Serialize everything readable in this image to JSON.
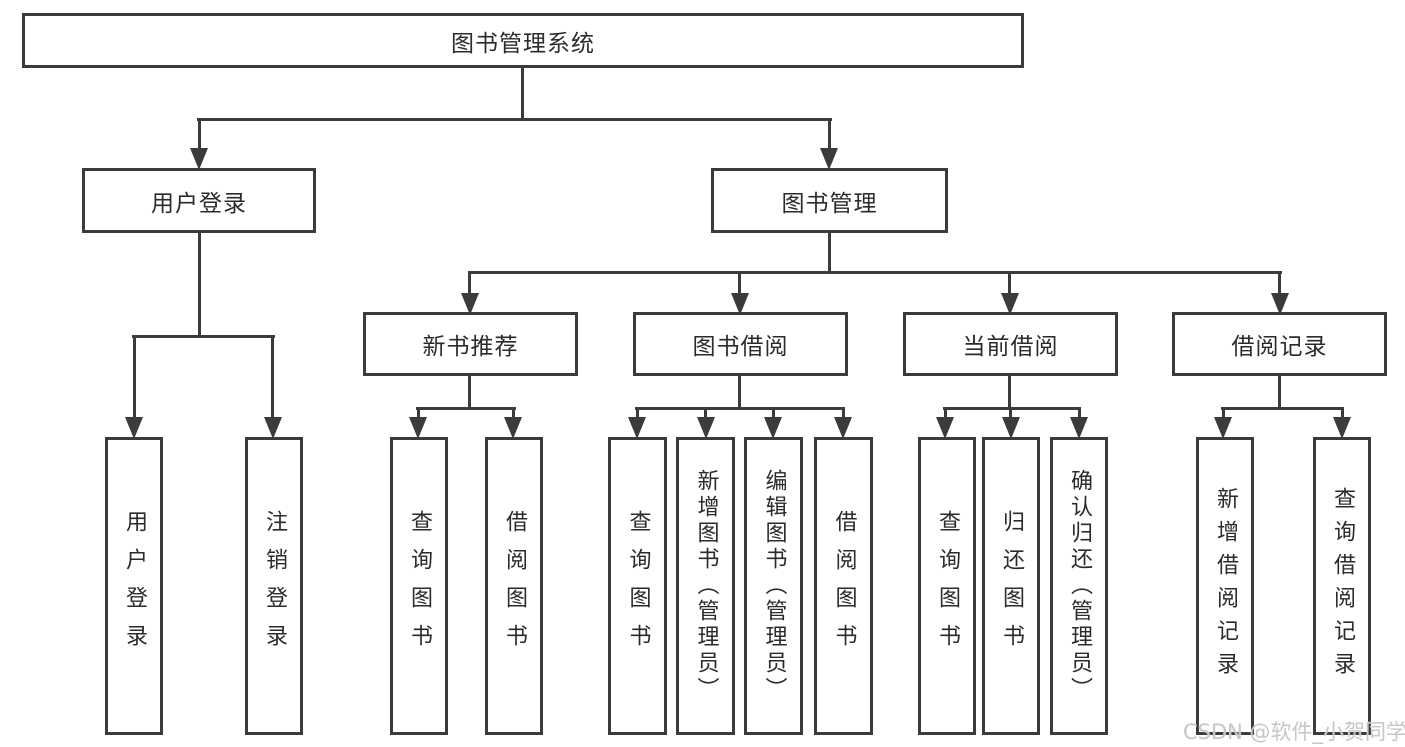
{
  "diagram": {
    "title_node": "图书管理系统",
    "root": {
      "label": "图书管理系统"
    },
    "children": [
      {
        "label": "用户登录",
        "children": [
          {
            "label": "用户登录"
          },
          {
            "label": "注销登录"
          }
        ]
      },
      {
        "label": "图书管理",
        "children": [
          {
            "label": "新书推荐",
            "children": [
              {
                "label": "查询图书"
              },
              {
                "label": "借阅图书"
              }
            ]
          },
          {
            "label": "图书借阅",
            "children": [
              {
                "label": "查询图书"
              },
              {
                "label": "新增图书（管理员）"
              },
              {
                "label": "编辑图书（管理员）"
              },
              {
                "label": "借阅图书"
              }
            ]
          },
          {
            "label": "当前借阅",
            "children": [
              {
                "label": "查询图书"
              },
              {
                "label": "归还图书"
              },
              {
                "label": "确认归还（管理员）"
              }
            ]
          },
          {
            "label": "借阅记录",
            "children": [
              {
                "label": "新增借阅记录"
              },
              {
                "label": "查询借阅记录"
              }
            ]
          }
        ]
      }
    ]
  },
  "watermark": {
    "text": "CSDN @软件_小贺同学",
    "color": "#c6c6c6"
  },
  "colors": {
    "line": "#3b3b3b",
    "text": "#2b2b2b",
    "background": "#ffffff"
  }
}
